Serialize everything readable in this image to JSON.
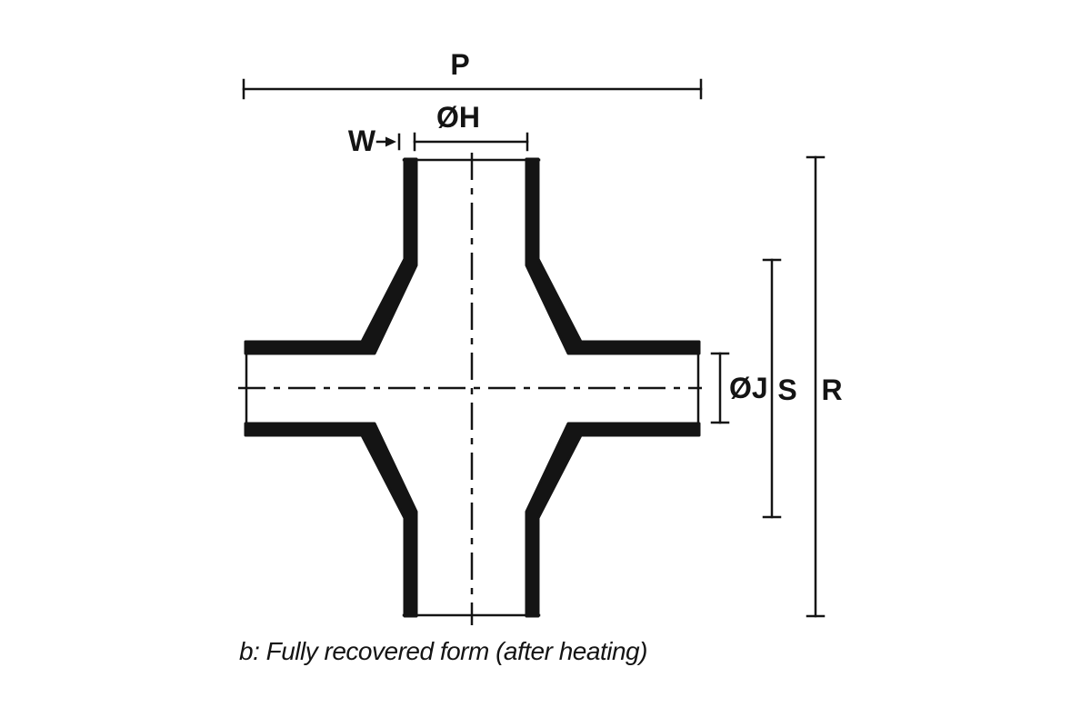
{
  "figure": {
    "caption": "b: Fully recovered form (after heating)",
    "dimension_labels": {
      "p": "P",
      "h": "ØH",
      "w": "W",
      "j": "ØJ",
      "s": "S",
      "r": "R"
    },
    "colors": {
      "line": "#141414",
      "background": "#ffffff"
    }
  }
}
